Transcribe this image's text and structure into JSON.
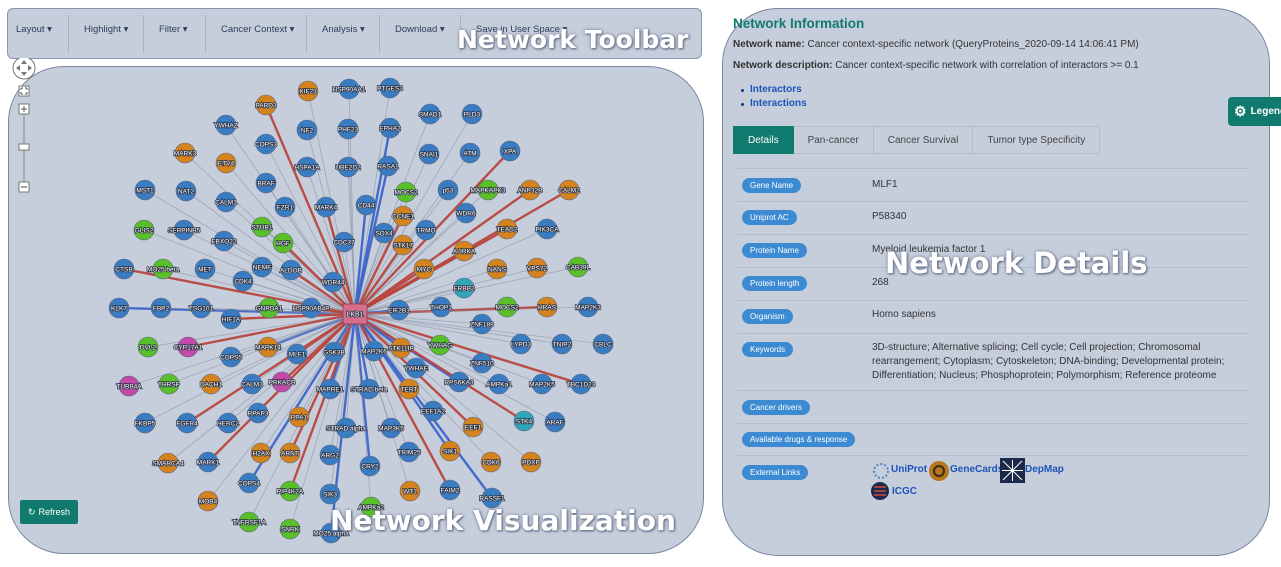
{
  "toolbar": {
    "items": [
      "Layout",
      "Highlight",
      "Filter",
      "Cancer Context",
      "Analysis",
      "Download",
      "Save in User Space"
    ],
    "overlay_label": "Network Toolbar"
  },
  "network": {
    "overlay_label": "Network Visualization",
    "refresh_label": "Refresh",
    "center": "LKB1",
    "colors": {
      "blue": "#3a7cc2",
      "orange": "#d4831f",
      "green": "#59c02a",
      "pink": "#c24aa8",
      "teal": "#2fa7b8",
      "center": "#d56e8a",
      "edge_red": "#b8463d",
      "edge_blue": "#3d64c9",
      "edge_gray": "#8d96a8"
    },
    "nodes": [
      {
        "label": "KIF23",
        "c": "orange"
      },
      {
        "label": "HSP90AA1",
        "c": "blue"
      },
      {
        "label": "PTGES3",
        "c": "blue"
      },
      {
        "label": "PARD3",
        "c": "orange"
      },
      {
        "label": "SMAD1",
        "c": "blue"
      },
      {
        "label": "PLD3",
        "c": "blue"
      },
      {
        "label": "YWHAZ",
        "c": "blue"
      },
      {
        "label": "NF2",
        "c": "blue"
      },
      {
        "label": "PHF23",
        "c": "blue"
      },
      {
        "label": "EPHA2",
        "c": "blue"
      },
      {
        "label": "COPS3",
        "c": "blue"
      },
      {
        "label": "MARK3",
        "c": "orange"
      },
      {
        "label": "ATM",
        "c": "blue"
      },
      {
        "label": "XPA",
        "c": "blue"
      },
      {
        "label": "ETV4",
        "c": "orange"
      },
      {
        "label": "HSPA1A",
        "c": "blue"
      },
      {
        "label": "UBE2D2",
        "c": "blue"
      },
      {
        "label": "RASA1",
        "c": "blue"
      },
      {
        "label": "SNAI1",
        "c": "blue"
      },
      {
        "label": "BRAF",
        "c": "blue"
      },
      {
        "label": "MST1",
        "c": "blue"
      },
      {
        "label": "NAT2",
        "c": "blue"
      },
      {
        "label": "CALM1",
        "c": "blue"
      },
      {
        "label": "FZR1",
        "c": "blue"
      },
      {
        "label": "MARK4",
        "c": "blue"
      },
      {
        "label": "CD44",
        "c": "blue"
      },
      {
        "label": "MOCS2",
        "c": "green"
      },
      {
        "label": "p53",
        "c": "blue"
      },
      {
        "label": "MAPKAPK3",
        "c": "green"
      },
      {
        "label": "ANP32B",
        "c": "orange"
      },
      {
        "label": "CALM2",
        "c": "orange"
      },
      {
        "label": "STUB1",
        "c": "green"
      },
      {
        "label": "CCNE1",
        "c": "orange"
      },
      {
        "label": "WDR6",
        "c": "blue"
      },
      {
        "label": "GLIS2",
        "c": "green"
      },
      {
        "label": "SERPINB5",
        "c": "blue"
      },
      {
        "label": "FBXO22",
        "c": "blue"
      },
      {
        "label": "HGF",
        "c": "green"
      },
      {
        "label": "CDC37",
        "c": "blue"
      },
      {
        "label": "SOX4",
        "c": "blue"
      },
      {
        "label": "STK17",
        "c": "orange"
      },
      {
        "label": "TRMO",
        "c": "blue"
      },
      {
        "label": "TEAD2",
        "c": "orange"
      },
      {
        "label": "PIK3CA",
        "c": "blue"
      },
      {
        "label": "AURKA",
        "c": "orange"
      },
      {
        "label": "CTSB",
        "c": "blue"
      },
      {
        "label": "MO25 beta",
        "c": "green"
      },
      {
        "label": "MET",
        "c": "blue"
      },
      {
        "label": "NEMF",
        "c": "blue"
      },
      {
        "label": "CDK4",
        "c": "blue"
      },
      {
        "label": "ALDOB",
        "c": "blue"
      },
      {
        "label": "WDR44",
        "c": "blue"
      },
      {
        "label": "MYC",
        "c": "orange"
      },
      {
        "label": "NANS",
        "c": "orange"
      },
      {
        "label": "VPS72",
        "c": "orange"
      },
      {
        "label": "CAB39L",
        "c": "green"
      },
      {
        "label": "ERBB2",
        "c": "teal"
      },
      {
        "label": "KLK7",
        "c": "blue"
      },
      {
        "label": "FBP2",
        "c": "blue"
      },
      {
        "label": "TSG101",
        "c": "blue"
      },
      {
        "label": "GNPDA1",
        "c": "green"
      },
      {
        "label": "HSP90AB4P",
        "c": "blue"
      },
      {
        "label": "EIF2B1",
        "c": "blue"
      },
      {
        "label": "THOP1",
        "c": "blue"
      },
      {
        "label": "MOCS2",
        "c": "green"
      },
      {
        "label": "HRAS",
        "c": "orange"
      },
      {
        "label": "MAP2K3",
        "c": "blue"
      },
      {
        "label": "HIF1A",
        "c": "blue"
      },
      {
        "label": "ZNF189",
        "c": "blue"
      },
      {
        "label": "DVL2",
        "c": "green"
      },
      {
        "label": "CYP17A1",
        "c": "pink"
      },
      {
        "label": "MAPK14",
        "c": "orange"
      },
      {
        "label": "MLF1",
        "c": "blue"
      },
      {
        "label": "GSK3B",
        "c": "blue"
      },
      {
        "label": "MAP2K6",
        "c": "blue"
      },
      {
        "label": "STK11IP",
        "c": "orange"
      },
      {
        "label": "YWHAG",
        "c": "green"
      },
      {
        "label": "LYPD3",
        "c": "blue"
      },
      {
        "label": "TNIP2",
        "c": "blue"
      },
      {
        "label": "CBLC",
        "c": "blue"
      },
      {
        "label": "COPS5",
        "c": "blue"
      },
      {
        "label": "ZNF510",
        "c": "blue"
      },
      {
        "label": "TUBB4A",
        "c": "pink"
      },
      {
        "label": "THRSP",
        "c": "green"
      },
      {
        "label": "DACH1",
        "c": "orange"
      },
      {
        "label": "CALM3",
        "c": "blue"
      },
      {
        "label": "PRKACB",
        "c": "pink"
      },
      {
        "label": "MAPRE1",
        "c": "blue"
      },
      {
        "label": "STRAD beta",
        "c": "blue"
      },
      {
        "label": "YWHAE",
        "c": "blue"
      },
      {
        "label": "TERT",
        "c": "orange"
      },
      {
        "label": "RPS6KA3",
        "c": "blue"
      },
      {
        "label": "AMPKa1",
        "c": "blue"
      },
      {
        "label": "MAP2K5",
        "c": "blue"
      },
      {
        "label": "TBC1D23",
        "c": "blue"
      },
      {
        "label": "RPAP3",
        "c": "blue"
      },
      {
        "label": "PPA1",
        "c": "orange"
      },
      {
        "label": "EEF1A2",
        "c": "blue"
      },
      {
        "label": "EEF1",
        "c": "orange"
      },
      {
        "label": "STK4",
        "c": "teal"
      },
      {
        "label": "ARAF",
        "c": "blue"
      },
      {
        "label": "FKBP5",
        "c": "blue"
      },
      {
        "label": "FGFR4",
        "c": "blue"
      },
      {
        "label": "HERC2",
        "c": "blue"
      },
      {
        "label": "STRAD alpha",
        "c": "blue"
      },
      {
        "label": "MAP3K5",
        "c": "blue"
      },
      {
        "label": "H2AX",
        "c": "orange"
      },
      {
        "label": "ARNT",
        "c": "orange"
      },
      {
        "label": "ARG2",
        "c": "blue"
      },
      {
        "label": "TRIM25",
        "c": "blue"
      },
      {
        "label": "SIK1",
        "c": "orange"
      },
      {
        "label": "SMARCA4",
        "c": "orange"
      },
      {
        "label": "MARK1",
        "c": "blue"
      },
      {
        "label": "CRY2",
        "c": "blue"
      },
      {
        "label": "CDK6",
        "c": "orange"
      },
      {
        "label": "PDXP",
        "c": "orange"
      },
      {
        "label": "COPS4",
        "c": "blue"
      },
      {
        "label": "PIP4K2A",
        "c": "green"
      },
      {
        "label": "SIK3",
        "c": "blue"
      },
      {
        "label": "WT1",
        "c": "orange"
      },
      {
        "label": "FAIM2",
        "c": "blue"
      },
      {
        "label": "RASSF1",
        "c": "blue"
      },
      {
        "label": "MOB4",
        "c": "orange"
      },
      {
        "label": "AMPKa2",
        "c": "green"
      },
      {
        "label": "TNFRSF1A",
        "c": "green"
      },
      {
        "label": "SNRK",
        "c": "green"
      },
      {
        "label": "MO25 alpha",
        "c": "blue"
      }
    ]
  },
  "info": {
    "title": "Network Information",
    "name_label": "Network name:",
    "name_value": "Cancer context-specific network (QueryProteins_2020-09-14 14:06:41 PM)",
    "desc_label": "Network description:",
    "desc_value": "Cancer context-specific network with correlation of interactors >= 0.1",
    "links": [
      "Interactors",
      "Interactions"
    ],
    "tabs": [
      "Details",
      "Pan-cancer",
      "Cancer Survival",
      "Tumor type Specificity"
    ],
    "overlay_label": "Network Details",
    "legend_label": "Legend",
    "details": [
      {
        "label": "Gene Name",
        "value": "MLF1"
      },
      {
        "label": "Uniprot AC",
        "value": "P58340"
      },
      {
        "label": "Protein Name",
        "value": "Myeloid leukemia factor 1"
      },
      {
        "label": "Protein length",
        "value": "268"
      },
      {
        "label": "Organism",
        "value": "Homo sapiens"
      },
      {
        "label": "Keywords",
        "value": "3D-structure; Alternative splicing; Cell cycle; Cell projection; Chromosomal rearrangement; Cytoplasm; Cytoskeleton; DNA-binding; Developmental protein; Differentiation; Nucleus; Phosphoprotein; Polymorphism; Reference proteome"
      },
      {
        "label": "Cancer drivers",
        "value": ""
      },
      {
        "label": "Available drugs & response",
        "value": ""
      },
      {
        "label": "External Links",
        "value": ""
      }
    ],
    "external_links": [
      "UniProt",
      "GeneCards",
      "DepMap",
      "ICGC"
    ]
  }
}
